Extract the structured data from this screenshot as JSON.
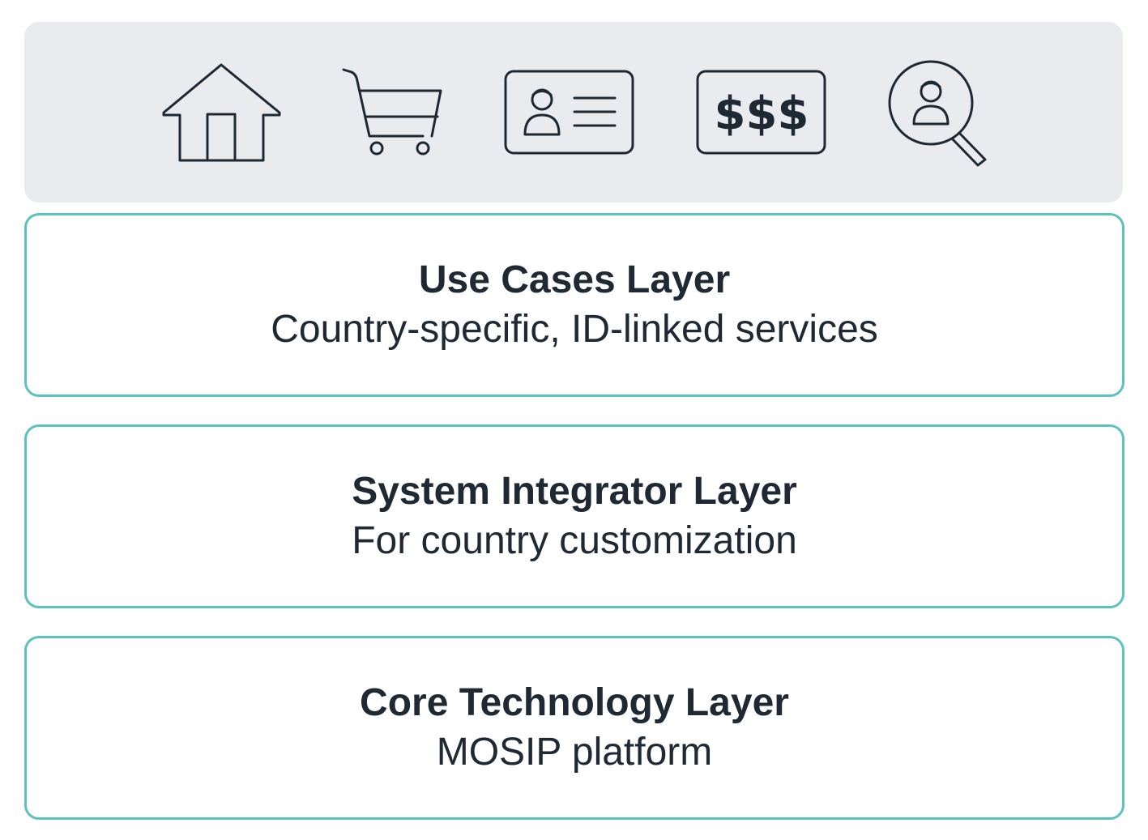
{
  "icons": [
    {
      "name": "house-icon"
    },
    {
      "name": "shopping-cart-icon"
    },
    {
      "name": "id-card-icon"
    },
    {
      "name": "money-icon",
      "text": "$$$"
    },
    {
      "name": "person-search-icon"
    }
  ],
  "layers": [
    {
      "title": "Use Cases Layer",
      "subtitle": "Country-specific, ID-linked services"
    },
    {
      "title": "System Integrator Layer",
      "subtitle": "For country customization"
    },
    {
      "title": "Core Technology Layer",
      "subtitle": "MOSIP platform"
    }
  ],
  "colors": {
    "accent_border": "#5bc2bf",
    "icon_band_background": "#e9ebee",
    "text": "#1f2933"
  }
}
